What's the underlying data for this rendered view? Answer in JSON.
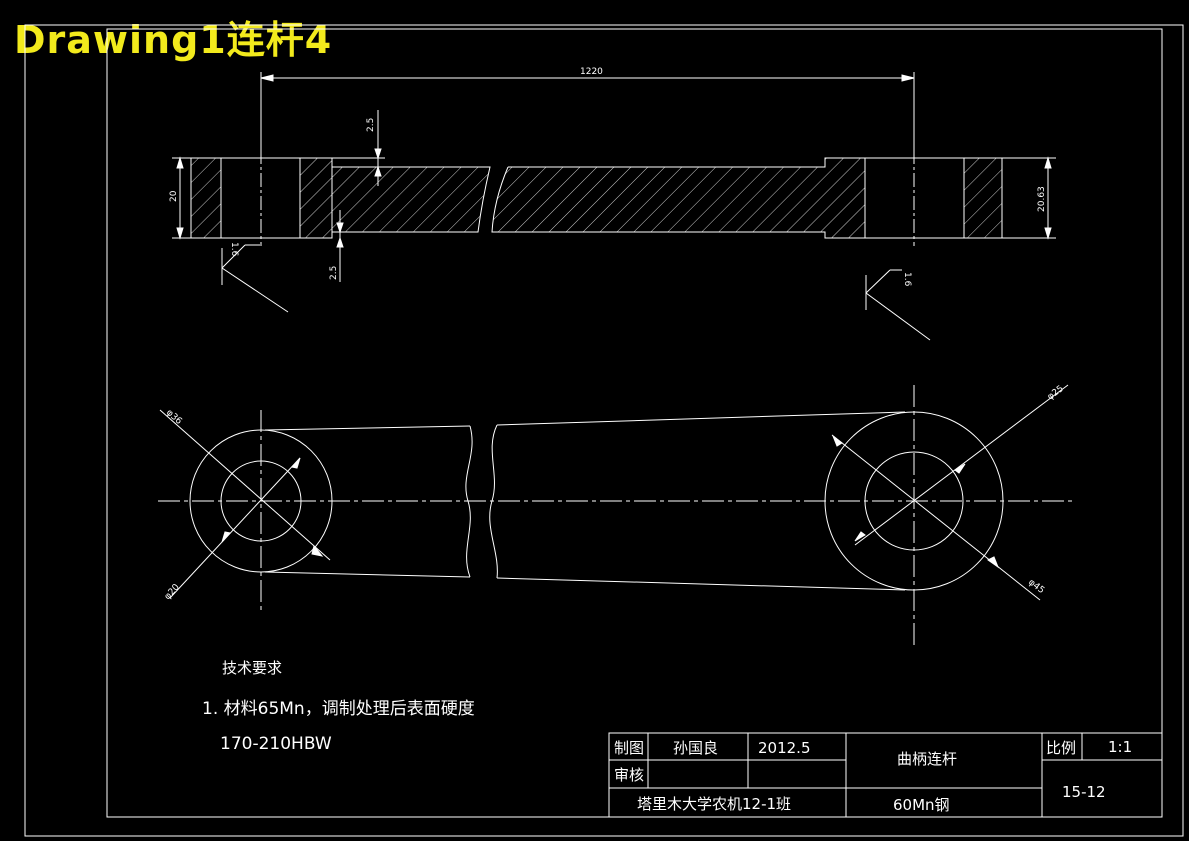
{
  "title": "Drawing1连杆4",
  "dimensions": {
    "overall_length": "1220",
    "groove_top": "2.5",
    "groove_bottom": "2.5",
    "left_thickness": "20",
    "right_thickness": "20.63",
    "roughness_left": "1.6",
    "roughness_right": "1.6",
    "dia_left_outer": "φ36",
    "dia_left_inner": "φ20",
    "dia_right_outer": "φ25",
    "dia_right_inner": "φ45"
  },
  "notes": {
    "heading": "技术要求",
    "line1": "1. 材料65Mn，调制处理后表面硬度",
    "line2": "170-210HBW"
  },
  "title_block": {
    "drawn_label": "制图",
    "drawn_by": "孙国良",
    "date": "2012.5",
    "check_label": "审核",
    "part_name": "曲柄连杆",
    "scale_label": "比例",
    "scale_value": "1:1",
    "drawing_no": "15-12",
    "school": "塔里木大学农机12-1班",
    "material": "60Mn钢"
  },
  "colors": {
    "line": "#ffffff",
    "title": "#f2ea1c",
    "background": "#000000"
  }
}
